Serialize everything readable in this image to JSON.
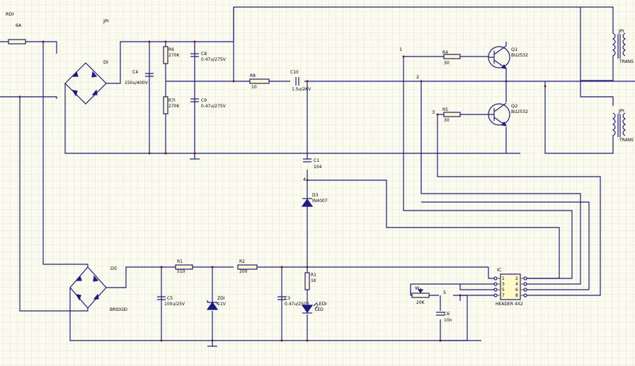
{
  "components": {
    "rd1": {
      "ref": "RDI",
      "value": "6A"
    },
    "jp1_top": {
      "ref": "JPI"
    },
    "d1": {
      "ref": "DI"
    },
    "c4": {
      "ref": "C4",
      "value": "150u/400V"
    },
    "r6": {
      "ref": "R6",
      "value": "270K"
    },
    "r7": {
      "ref": "R7I",
      "value": "270K"
    },
    "c8": {
      "ref": "C8",
      "value": "0.47u/275V"
    },
    "c9": {
      "ref": "C9",
      "value": "0.47u/275V"
    },
    "r8": {
      "ref": "R8",
      "value": "10"
    },
    "c10": {
      "ref": "C10",
      "value": "1.5u/2KV"
    },
    "r4": {
      "ref": "R4",
      "value": "30"
    },
    "r5": {
      "ref": "R5",
      "value": "30"
    },
    "q1": {
      "ref": "Q1",
      "value": "BU2532"
    },
    "q2": {
      "ref": "Q2",
      "value": "BU2532"
    },
    "trans1": {
      "ref": "JPI",
      "value": "TRANS"
    },
    "trans2": {
      "ref": "JPI",
      "value": "TRANS"
    },
    "c1": {
      "ref": "C1",
      "value": "104"
    },
    "d3": {
      "ref": "D3",
      "value": "IN4007"
    },
    "d5": {
      "ref": "D5",
      "value": "BRIDGEI"
    },
    "r1a": {
      "ref": "R1",
      "value": "510"
    },
    "r2": {
      "ref": "R2",
      "value": "200"
    },
    "r1b": {
      "ref": "R1",
      "value": "1K"
    },
    "c5": {
      "ref": "C5",
      "value": "100u/25V"
    },
    "zd1": {
      "ref": "ZDI",
      "value": "11V"
    },
    "c3": {
      "ref": "C3",
      "value": "0.47u/250V"
    },
    "led1": {
      "ref": "LEDI",
      "value": "LED"
    },
    "w": {
      "ref": "W",
      "value": "20K"
    },
    "c6": {
      "ref": "C6",
      "value": "10n"
    },
    "ic": {
      "ref": "IC",
      "value": "HEADER 4X2"
    }
  },
  "nets": [
    "1",
    "2",
    "3",
    "4",
    "5"
  ],
  "ic_pins_left": [
    "1",
    "3",
    "5",
    "7"
  ],
  "ic_pins_right": [
    "2",
    "4",
    "6",
    "8"
  ],
  "colors": {
    "background": "#fbfbf0",
    "grid": "#d2d2c2",
    "wire": "#1a1a8c",
    "junction": "#8b1010",
    "pin": "#b06010"
  }
}
